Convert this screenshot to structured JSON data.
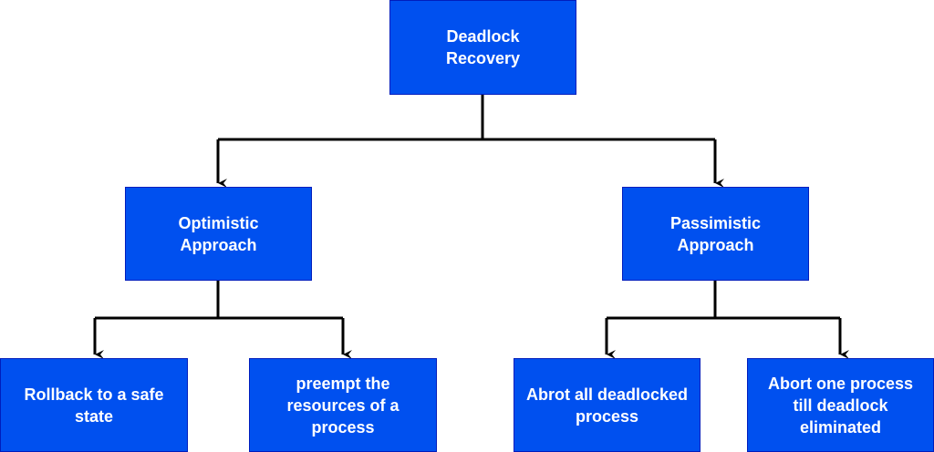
{
  "diagram": {
    "root": {
      "label": "Deadlock\nRecovery"
    },
    "branches": [
      {
        "label": "Optimistic\nApproach",
        "children": [
          {
            "label": "Rollback to a safe\nstate"
          },
          {
            "label": "preempt the\nresources of a\nprocess"
          }
        ]
      },
      {
        "label": "Passimistic\nApproach",
        "children": [
          {
            "label": "Abrot all deadlocked\nprocess"
          },
          {
            "label": "Abort one process\ntill deadlock\neliminated"
          }
        ]
      }
    ],
    "colors": {
      "node_fill": "#0050ef",
      "node_stroke": "#001dbc",
      "node_text": "#ffffff",
      "edge": "#000000",
      "background": "#ffffff"
    }
  }
}
